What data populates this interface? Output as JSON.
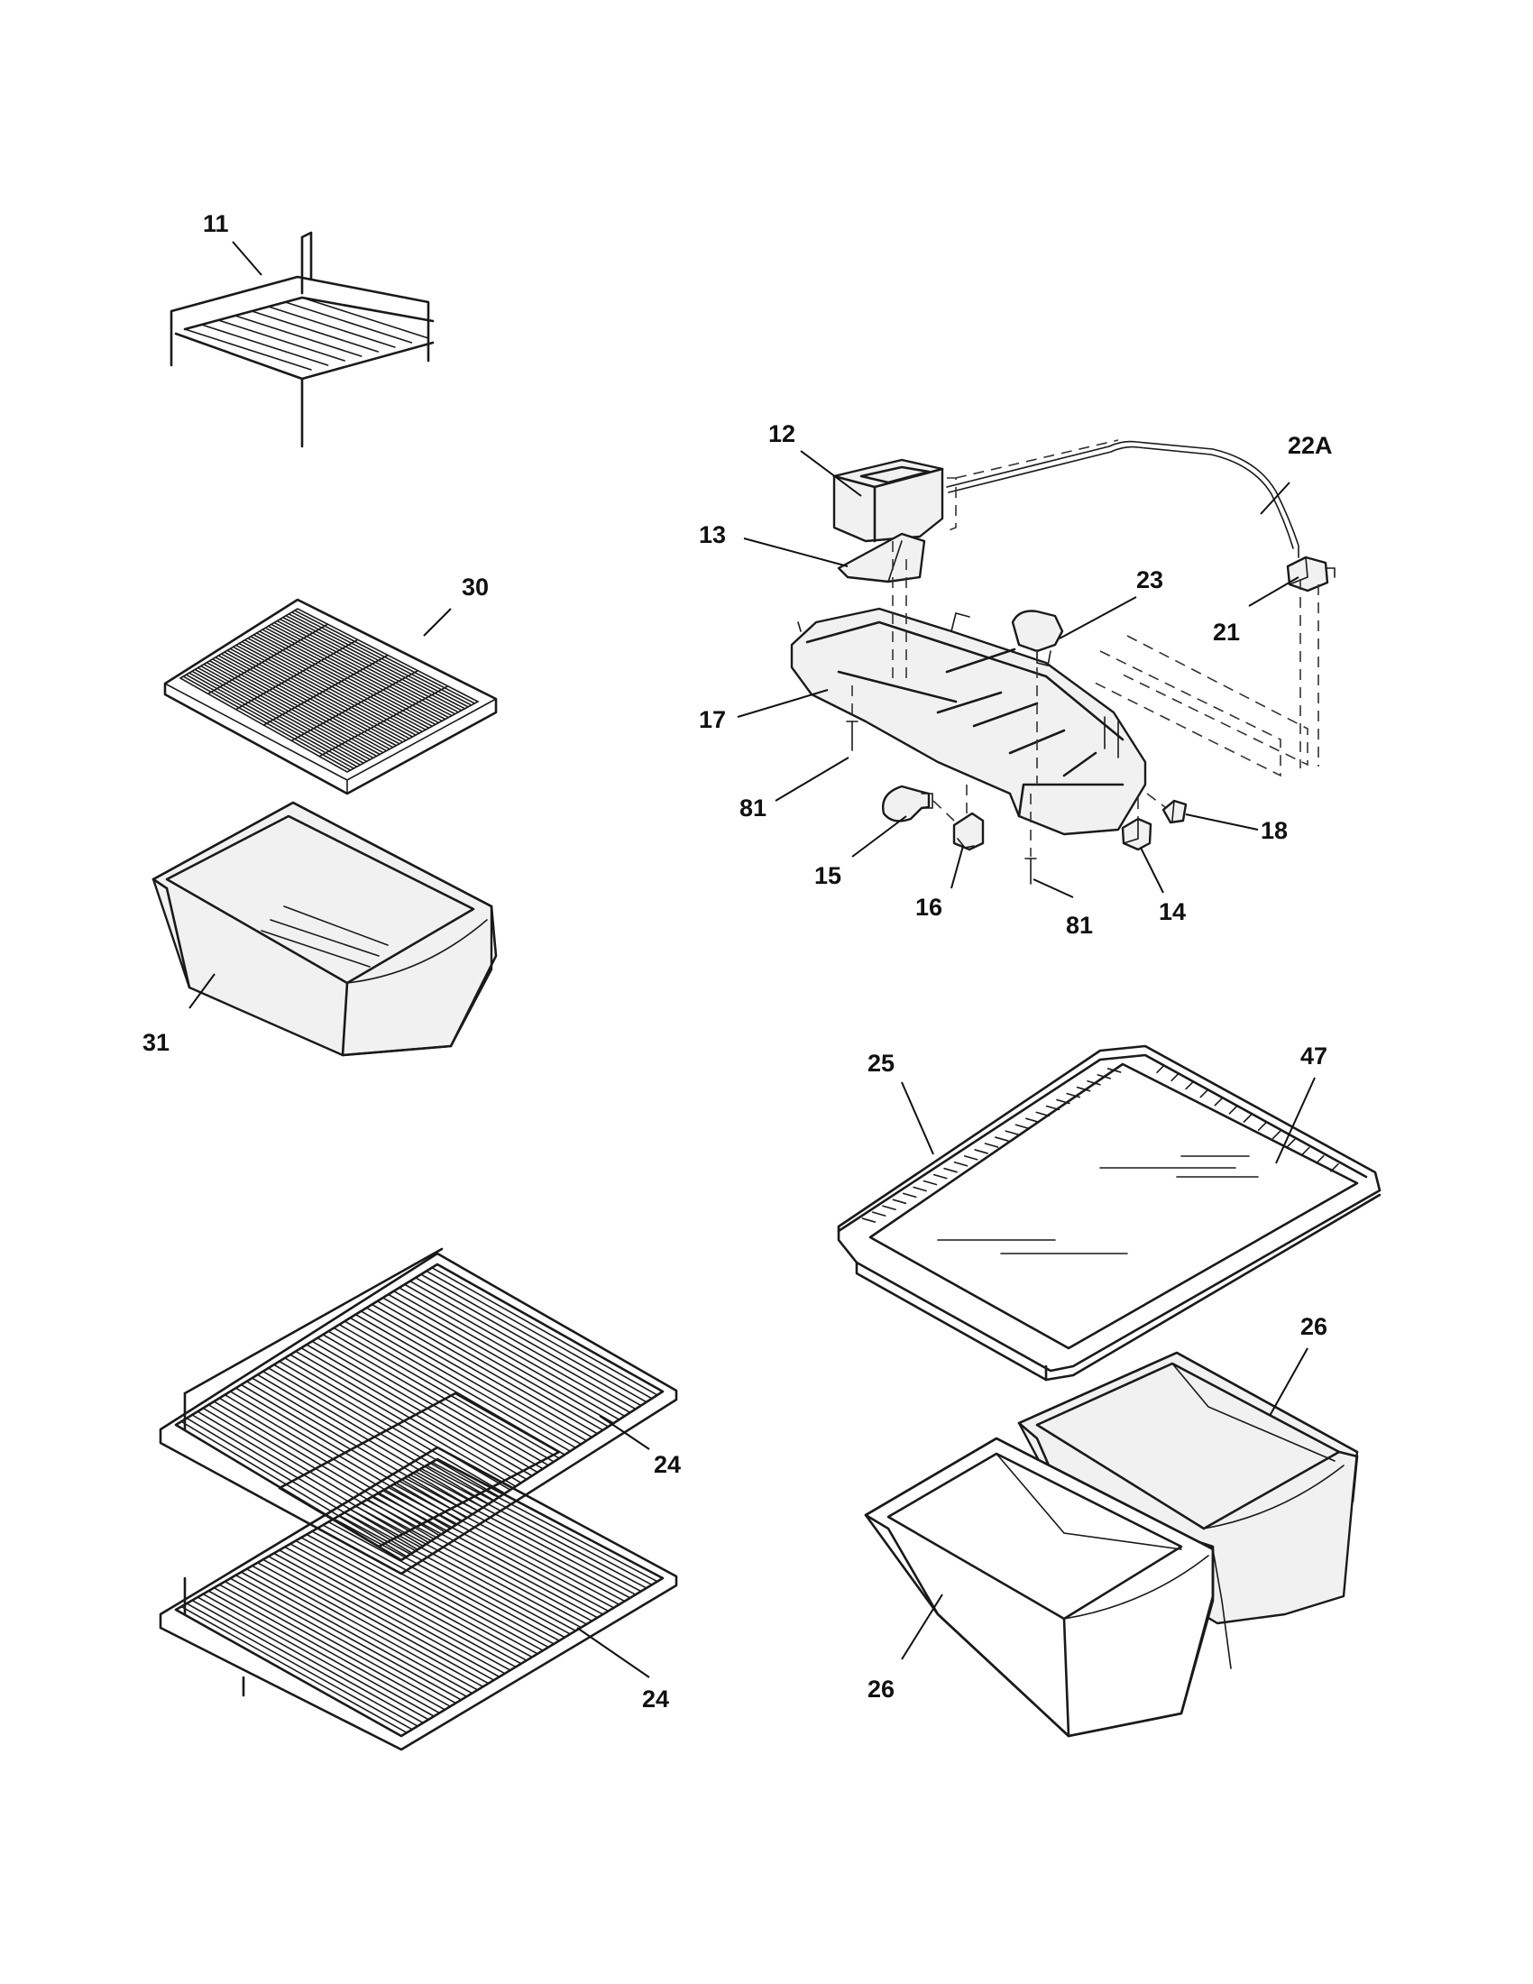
{
  "callouts": {
    "c11": "11",
    "c12": "12",
    "c13": "13",
    "c14": "14",
    "c15": "15",
    "c16": "16",
    "c17": "17",
    "c18": "18",
    "c21": "21",
    "c22a": "22A",
    "c23": "23",
    "c24a": "24",
    "c24b": "24",
    "c25": "25",
    "c26a": "26",
    "c26b": "26",
    "c30": "30",
    "c31": "31",
    "c47": "47",
    "c81a": "81",
    "c81b": "81"
  }
}
